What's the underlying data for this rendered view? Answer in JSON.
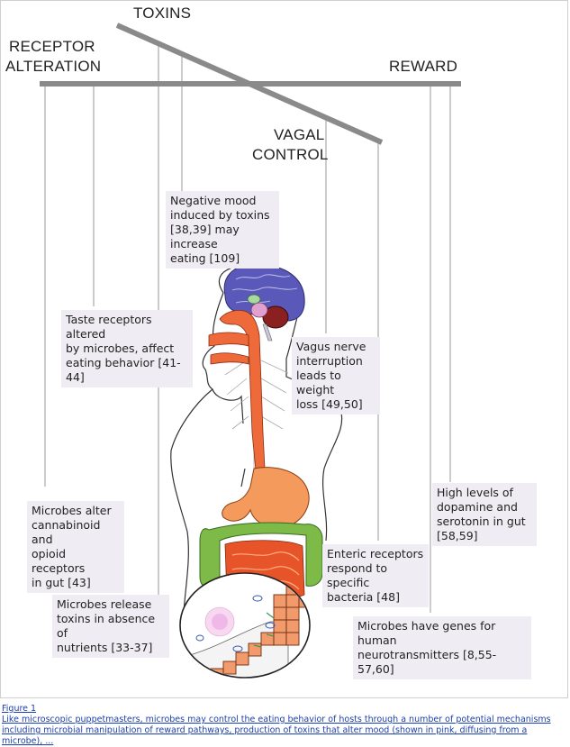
{
  "labels": {
    "toxins": "TOXINS",
    "receptor1": "RECEPTOR",
    "receptor2": "ALTERATION",
    "reward": "REWARD",
    "vagal1": "VAGAL",
    "vagal2": "CONTROL"
  },
  "boxes": {
    "mood": [
      "Negative mood",
      "induced by toxins",
      "[38,39] may increase",
      "eating [109]"
    ],
    "taste": [
      "Taste receptors altered",
      "by microbes, affect",
      "eating behavior [41-44]"
    ],
    "vagus": [
      "Vagus nerve",
      "interruption",
      "leads to weight",
      "loss [49,50]"
    ],
    "cannabinoid": [
      "Microbes alter",
      "cannabinoid and",
      "opioid receptors",
      "in gut [43]"
    ],
    "dopamine": [
      "High levels of",
      "dopamine and",
      "serotonin in gut [58,59]"
    ],
    "enteric": [
      "Enteric receptors",
      "respond to specific",
      "bacteria [48]"
    ],
    "toxins_release": [
      "Microbes release",
      "toxins in absence of",
      "nutrients [33-37]"
    ],
    "genes": [
      "Microbes have genes for human",
      "neurotransmitters [8,55-57,60]"
    ]
  },
  "caption": {
    "figure": "Figure 1",
    "text": "Like microscopic puppetmasters, microbes may control the eating behavior of hosts through a number of potential mechanisms including microbial manipulation of reward pathways, production of toxins that alter mood (shown in pink, diffusing from a microbe), ..."
  },
  "colors": {
    "bar": "#8a8a8a",
    "box_bg": "#efedf3",
    "gut_orange": "#ee6a3a",
    "colon_green": "#7dba48",
    "brain_purple": "#5a58b8",
    "caption_link": "#1a3fb0"
  }
}
